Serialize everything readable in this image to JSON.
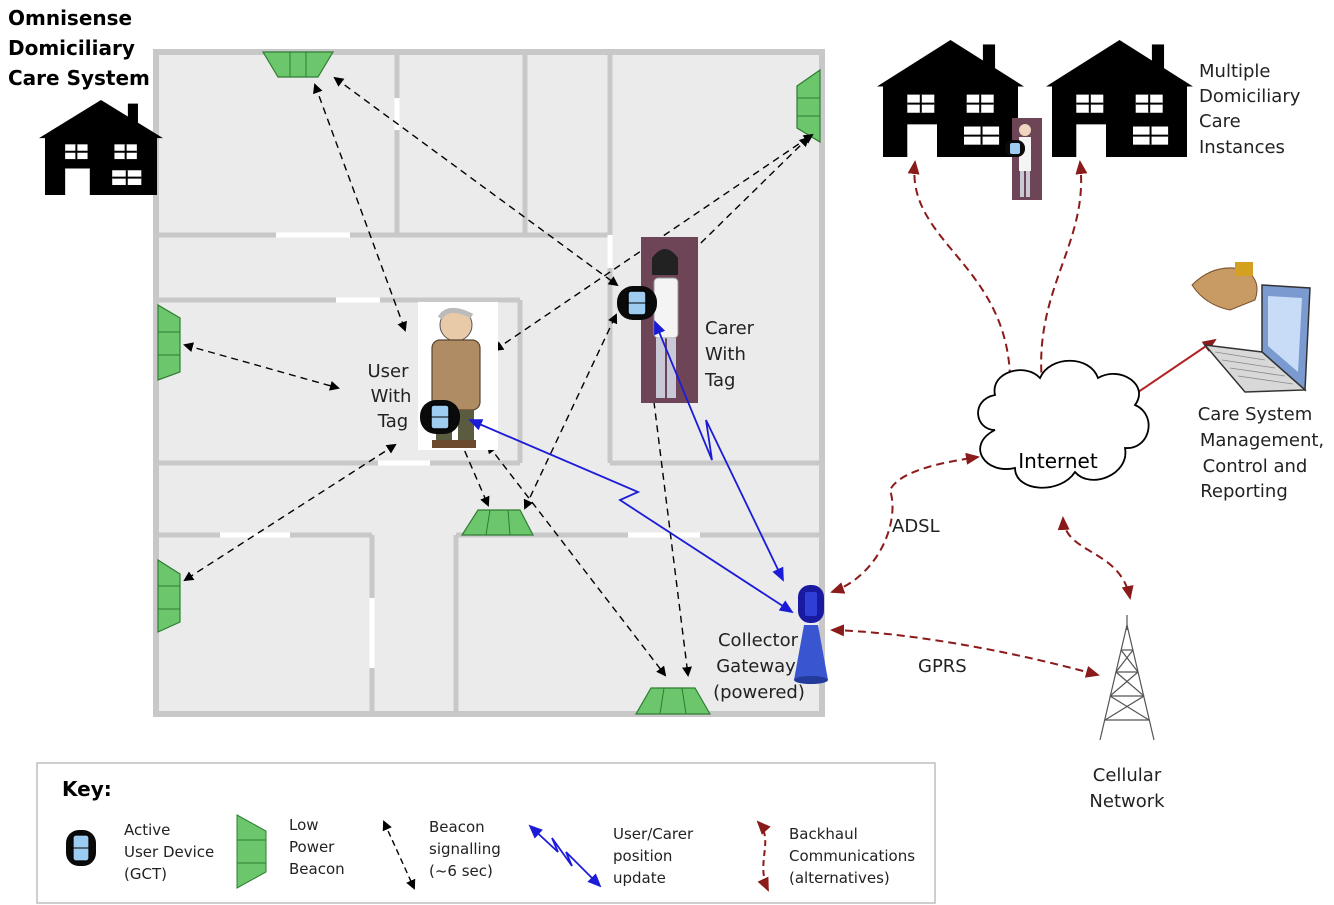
{
  "title": {
    "line1": "Omnisense",
    "line2": "Domiciliary",
    "line3": "Care System"
  },
  "labels": {
    "user_tag": [
      "User",
      "With",
      "Tag"
    ],
    "carer_tag": [
      "Carer",
      "With",
      "Tag"
    ],
    "collector": [
      "Collector",
      "Gateway",
      "(powered)"
    ],
    "internet": "Internet",
    "adsl": "ADSL",
    "gprs": "GPRS",
    "cellular": [
      "Cellular",
      "Network"
    ],
    "multiple": [
      "Multiple",
      "Domiciliary",
      "Care",
      "Instances"
    ],
    "management": [
      "Care System",
      "Management,",
      "Control and",
      "Reporting"
    ]
  },
  "key": {
    "title": "Key:",
    "active_device": [
      "Active",
      "User Device",
      "(GCT)"
    ],
    "beacon": [
      "Low",
      "Power",
      "Beacon"
    ],
    "signalling": [
      "Beacon",
      "signalling",
      "(~6 sec)"
    ],
    "position": [
      "User/Carer",
      "position",
      "update"
    ],
    "backhaul": [
      "Backhaul",
      "Communications",
      "(alternatives)"
    ]
  },
  "colors": {
    "wall": "#c8c8c8",
    "floor": "#ebebeb",
    "beacon_fill": "#6cc66c",
    "beacon_stroke": "#2e7d32",
    "device_fill": "#9ecbf0",
    "position_arrow": "#1c1cd8",
    "backhaul_arrow": "#8b1a1a",
    "signal_arrow": "#000000"
  }
}
